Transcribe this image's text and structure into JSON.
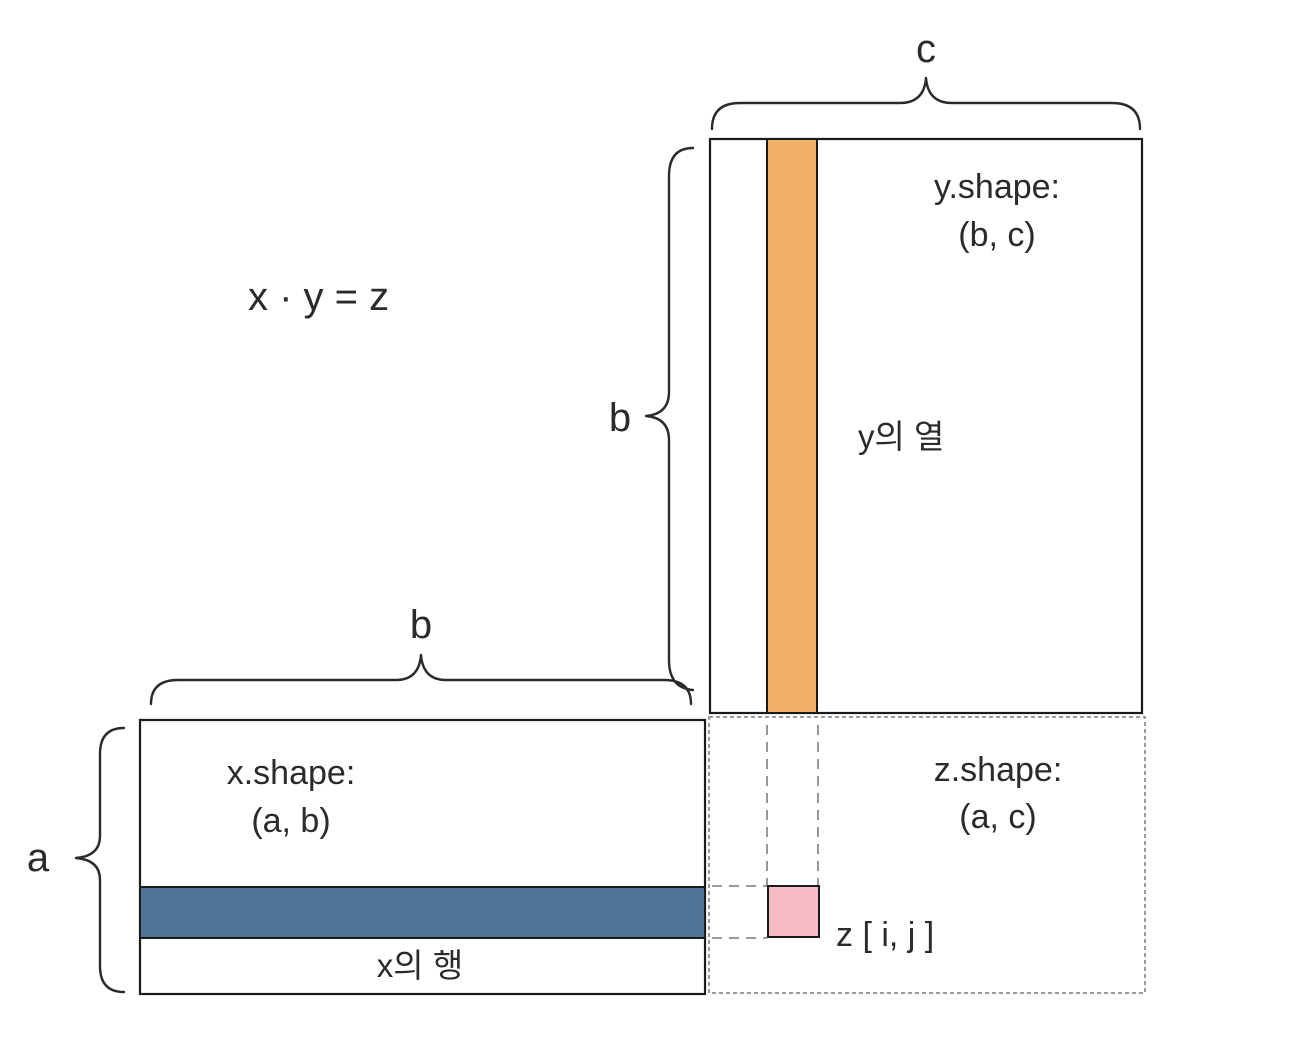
{
  "equation": "x · y = z",
  "dims": {
    "c_top": "c",
    "b_left_of_y": "b",
    "b_above_x": "b",
    "a_left_of_x": "a"
  },
  "matrix_y": {
    "shape_line1": "y.shape:",
    "shape_line2": "(b, c)",
    "column_label": "y의 열",
    "column_color": "#F2B06B"
  },
  "matrix_x": {
    "shape_line1": "x.shape:",
    "shape_line2": "(a, b)",
    "row_label": "x의 행",
    "row_color": "#4F7395"
  },
  "matrix_z": {
    "shape_line1": "z.shape:",
    "shape_line2": "(a, c)",
    "cell_label": "z [ i,  j ]",
    "cell_color": "#F6BCC6"
  }
}
